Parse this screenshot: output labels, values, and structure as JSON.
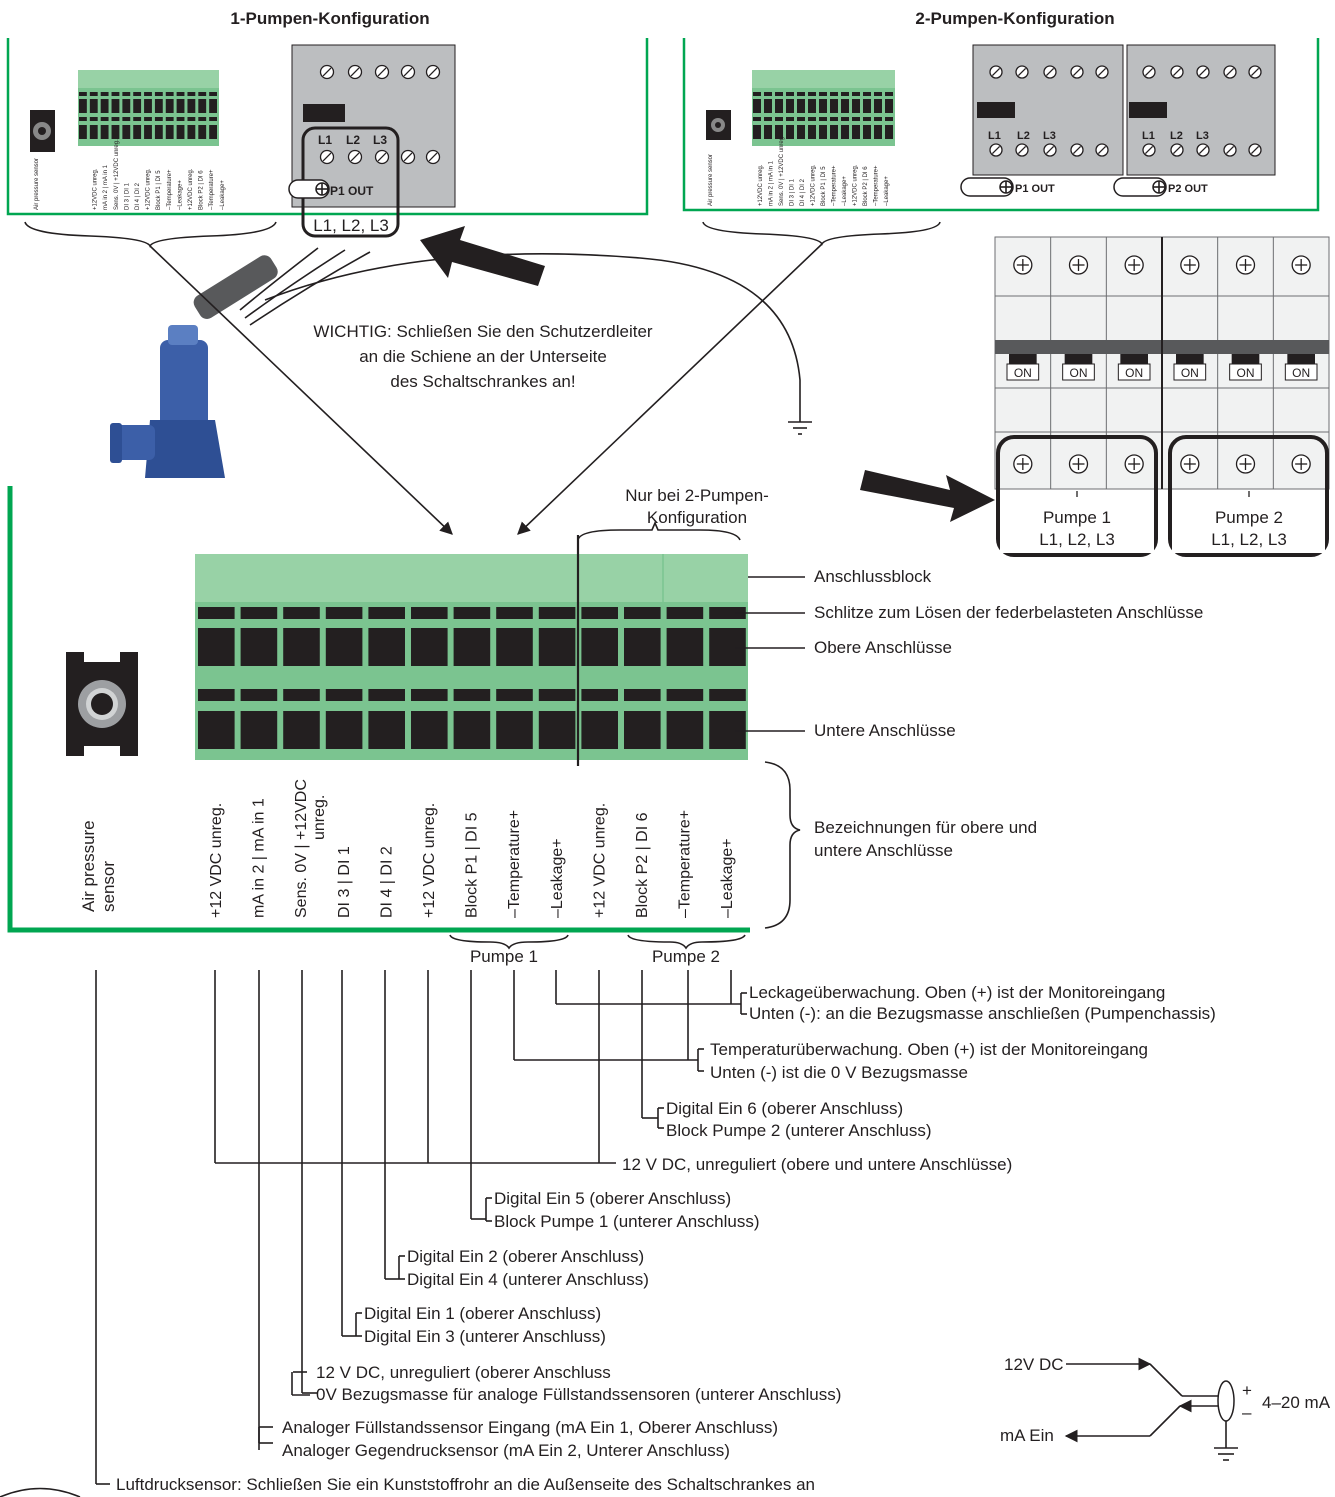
{
  "titles": {
    "one_pump": "1-Pumpen-Konfiguration",
    "two_pump": "2-Pumpen-Konfiguration"
  },
  "top_left": {
    "terminal_labels_small": [
      "Air pressure sensor",
      "+12VDC unreg.",
      "mA in 2 | mA in 1",
      "Sens. 0V | +12VDC unreg.",
      "DI 3 | DI 1",
      "DI 4 | DI 2",
      "+12VDC unreg.",
      "Block P1 | DI 5",
      "–Temperature+",
      "–Leakage+",
      "+12VDC unreg.",
      "Block P2 | DI 6",
      "–Temperature+",
      "–Leakage+"
    ],
    "phases": [
      "L1",
      "L2",
      "L3"
    ],
    "out_label": "P1 OUT",
    "phase_caption": "L1, L2, L3"
  },
  "top_right": {
    "out1": "P1 OUT",
    "out2": "P2 OUT",
    "phases": [
      "L1",
      "L2",
      "L3"
    ]
  },
  "warning": {
    "line1": "WICHTIG: Schließen Sie den Schutzerdleiter",
    "line2": "an die Schiene an der Unterseite",
    "line3": "des Schaltschrankes an!"
  },
  "breaker": {
    "on_label": "ON",
    "pump1_title": "Pumpe 1",
    "pump1_phases": "L1, L2, L3",
    "pump2_title": "Pumpe 2",
    "pump2_phases": "L1, L2, L3"
  },
  "main": {
    "only_two_pump_line1": "Nur bei 2-Pumpen-",
    "only_two_pump_line2": "Konfiguration",
    "callouts": {
      "block": "Anschlussblock",
      "slots": "Schlitze zum Lösen der federbelasteten Anschlüsse",
      "upper": "Obere Anschlüsse",
      "lower": "Untere Anschlüsse",
      "labels_line1": "Bezeichnungen für obere und",
      "labels_line2": "untere Anschlüsse"
    },
    "sensor_label_line1": "Air pressure",
    "sensor_label_line2": "sensor",
    "terminal_labels": [
      {
        "l1": "+12 VDC unreg.",
        "l2": ""
      },
      {
        "l1": "mA in 2 | mA in 1",
        "l2": ""
      },
      {
        "l1": "Sens. 0V | +12VDC",
        "l2": "unreg."
      },
      {
        "l1": "DI 3 | DI 1",
        "l2": ""
      },
      {
        "l1": "DI 4 | DI 2",
        "l2": ""
      },
      {
        "l1": "+12 VDC unreg.",
        "l2": ""
      },
      {
        "l1": "Block P1 | DI 5",
        "l2": ""
      },
      {
        "l1": "–Temperature+",
        "l2": ""
      },
      {
        "l1": "–Leakage+",
        "l2": ""
      },
      {
        "l1": "+12 VDC unreg.",
        "l2": ""
      },
      {
        "l1": "Block P2 | DI 6",
        "l2": ""
      },
      {
        "l1": "–Temperature+",
        "l2": ""
      },
      {
        "l1": "–Leakage+",
        "l2": ""
      }
    ],
    "pump1": "Pumpe 1",
    "pump2": "Pumpe 2"
  },
  "descriptions": {
    "leak1": "Leckageüberwachung. Oben (+) ist der Monitoreingang",
    "leak2": "Unten (-): an die Bezugsmasse anschließen (Pumpenchassis)",
    "temp1": "Temperaturüberwachung. Oben (+) ist der Monitoreingang",
    "temp2": "Unten (-) ist die 0 V Bezugsmasse",
    "di6_1": "Digital Ein 6 (oberer Anschluss)",
    "di6_2": "Block Pumpe 2 (unterer Anschluss)",
    "v12": "12 V DC, unreguliert (obere und untere Anschlüsse)",
    "di5_1": "Digital Ein 5 (oberer Anschluss)",
    "di5_2": "Block Pumpe 1 (unterer Anschluss)",
    "di2_1": "Digital Ein 2 (oberer Anschluss)",
    "di2_2": "Digital Ein 4 (unterer Anschluss)",
    "di1_1": "Digital Ein 1 (oberer Anschluss)",
    "di1_2": "Digital Ein 3 (unterer Anschluss)",
    "sens1": "12 V DC, unreguliert (oberer Anschluss",
    "sens2": "0V Bezugsmasse für analoge Füllstandssensoren (unterer Anschluss)",
    "ma1": "Analoger Füllstandssensor Eingang (mA Ein 1, Oberer Anschluss)",
    "ma2": "Analoger Gegendrucksensor (mA Ein 2, Unterer Anschluss)",
    "air": "Luftdrucksensor: Schließen Sie ein Kunststoffrohr an die Außenseite des Schaltschrankes an"
  },
  "sensor_schematic": {
    "in_label": "12V DC",
    "out_label": "mA Ein",
    "value_label": "4–20 mA",
    "plus": "+",
    "minus": "–"
  }
}
